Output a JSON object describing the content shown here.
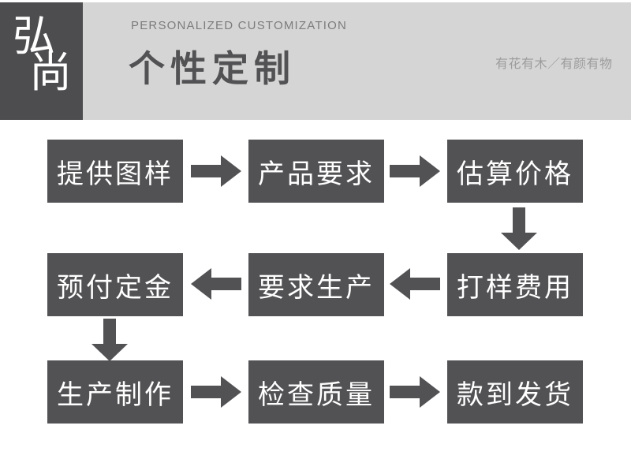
{
  "header": {
    "logo": {
      "char_top": "弘",
      "char_bottom": "尚",
      "bg_color": "#4d4d50",
      "text_color": "#ffffff"
    },
    "subtitle": "PERSONALIZED CUSTOMIZATION",
    "title": "个性定制",
    "tagline": "有花有木／有颜有物",
    "band_color": "#d5d5d5",
    "subtitle_color": "#7c7c7c",
    "title_color": "#525254",
    "tagline_color": "#9c9c9c"
  },
  "flow": {
    "box_color": "#525255",
    "box_text_color": "#ffffff",
    "arrow_color": "#525255",
    "rows": [
      {
        "arrow_direction": "right",
        "steps": [
          "提供图样",
          "产品要求",
          "估算价格"
        ]
      },
      {
        "arrow_direction": "left",
        "steps": [
          "预付定金",
          "要求生产",
          "打样费用"
        ]
      },
      {
        "arrow_direction": "right",
        "steps": [
          "生产制作",
          "检查质量",
          "款到发货"
        ]
      }
    ],
    "sequence": [
      "提供图样",
      "产品要求",
      "估算价格",
      "打样费用",
      "要求生产",
      "预付定金",
      "生产制作",
      "检查质量",
      "款到发货"
    ]
  }
}
